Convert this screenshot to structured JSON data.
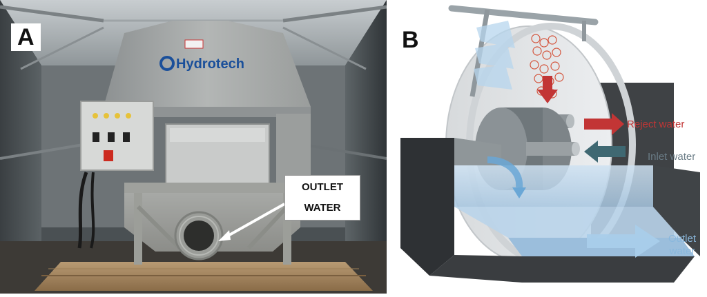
{
  "panel_a": {
    "letter": "A",
    "brand": "Hydrotech",
    "callout_line1": "OUTLET",
    "callout_line2": "WATER"
  },
  "panel_b": {
    "letter": "B",
    "reject_label": "Reject water",
    "inlet_label": "Inlet water",
    "outlet_line1": "Outlet",
    "outlet_line2": "water"
  },
  "colors": {
    "reject": "#c23535",
    "inlet": "#3f6872",
    "outlet": "#a9cdea",
    "brand": "#1a4f9a"
  }
}
